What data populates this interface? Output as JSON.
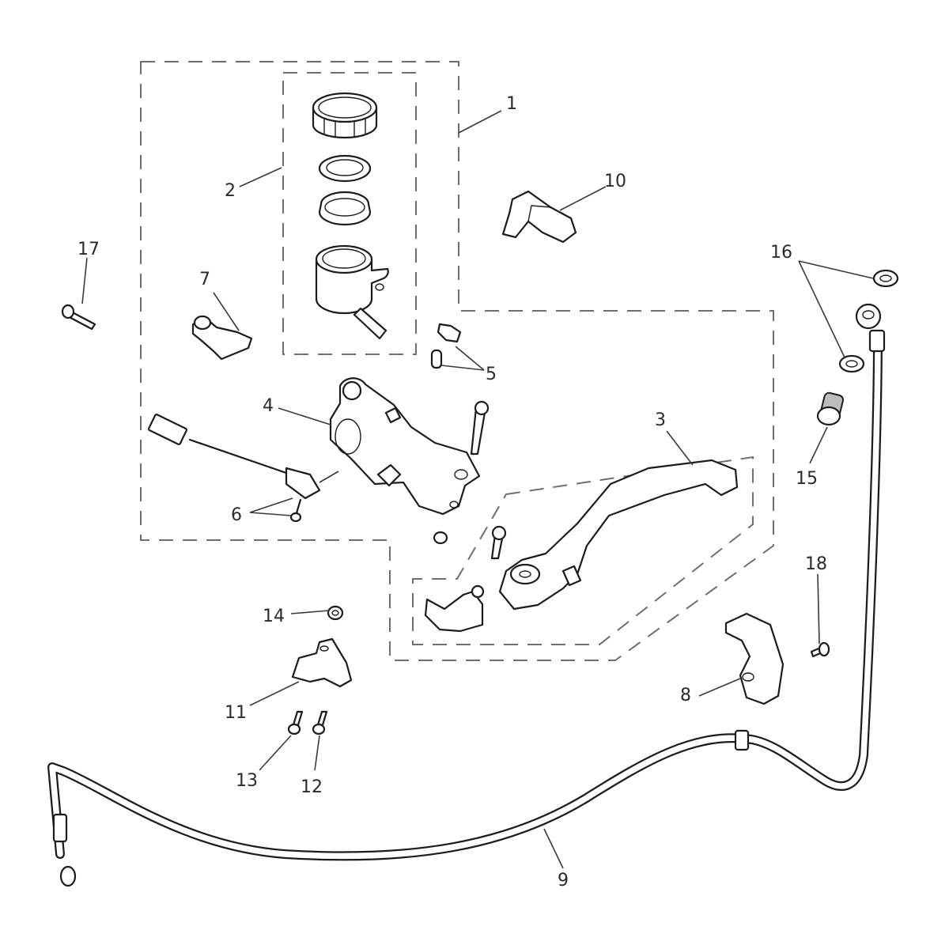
{
  "diagram": {
    "title": "Clutch master cylinder assembly – exploded parts view",
    "callouts": [
      {
        "number": "1",
        "part": "master-cylinder-assembly"
      },
      {
        "number": "2",
        "part": "reservoir-kit"
      },
      {
        "number": "3",
        "part": "clutch-lever-kit"
      },
      {
        "number": "4",
        "part": "master-cylinder-body"
      },
      {
        "number": "5",
        "part": "bleed-nipple-and-cap"
      },
      {
        "number": "6",
        "part": "clutch-switch-and-screw"
      },
      {
        "number": "7",
        "part": "hose-elbow-fitting"
      },
      {
        "number": "8",
        "part": "hose-guide-bracket"
      },
      {
        "number": "9",
        "part": "clutch-hose"
      },
      {
        "number": "10",
        "part": "switch-housing"
      },
      {
        "number": "11",
        "part": "clamp-bracket"
      },
      {
        "number": "12",
        "part": "screw"
      },
      {
        "number": "13",
        "part": "screw"
      },
      {
        "number": "14",
        "part": "nut"
      },
      {
        "number": "15",
        "part": "banjo-bolt"
      },
      {
        "number": "16",
        "part": "sealing-washers"
      },
      {
        "number": "17",
        "part": "bolt"
      },
      {
        "number": "18",
        "part": "bolt"
      }
    ]
  }
}
